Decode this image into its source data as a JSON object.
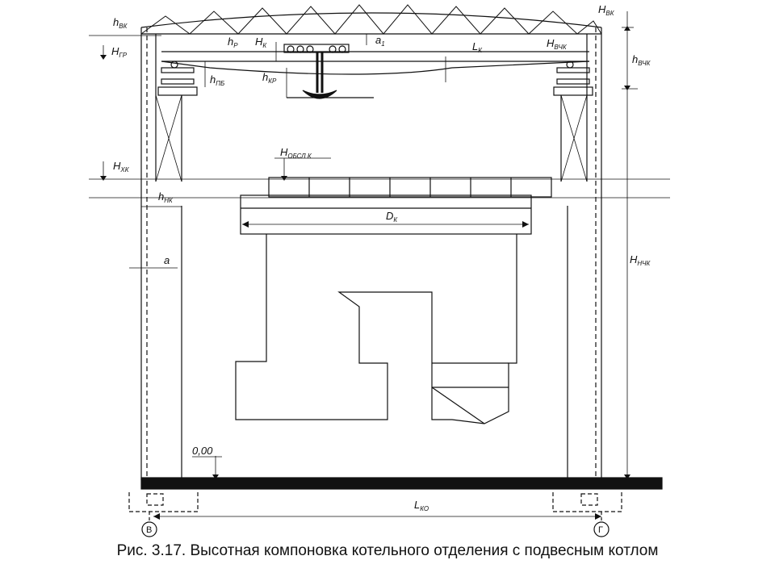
{
  "caption": "Рис. 3.17. Высотная компоновка котельного отделения с подвесным котлом",
  "labels": {
    "h_vk": {
      "base": "h",
      "sub": "ВК"
    },
    "H_vk_top": {
      "base": "Н",
      "sub": "ВК"
    },
    "H_gr": {
      "base": "Н",
      "sub": "ГР"
    },
    "h_r": {
      "base": "h",
      "sub": "Р"
    },
    "H_k": {
      "base": "Н",
      "sub": "К"
    },
    "a1": {
      "base": "a",
      "sub": "1"
    },
    "L_k": {
      "base": "L",
      "sub": "К"
    },
    "H_vchk": {
      "base": "Н",
      "sub": "ВЧК"
    },
    "h_vchk": {
      "base": "h",
      "sub": "ВЧК"
    },
    "h_pb": {
      "base": "h",
      "sub": "ПБ"
    },
    "h_kr": {
      "base": "h",
      "sub": "КР"
    },
    "H_obsl": {
      "base": "Н",
      "sub": "ОБСЛ К"
    },
    "H_khk": {
      "base": "Н",
      "sub": "ХК"
    },
    "h_nk": {
      "base": "h",
      "sub": "НК"
    },
    "D_k": {
      "base": "D",
      "sub": "К"
    },
    "a": {
      "base": "a",
      "sub": ""
    },
    "H_nchk": {
      "base": "Н",
      "sub": "НЧК"
    },
    "zero": {
      "base": "0,00",
      "sub": ""
    },
    "L_ko": {
      "base": "L",
      "sub": "КО"
    },
    "axis_v": "В",
    "axis_g": "Г"
  }
}
